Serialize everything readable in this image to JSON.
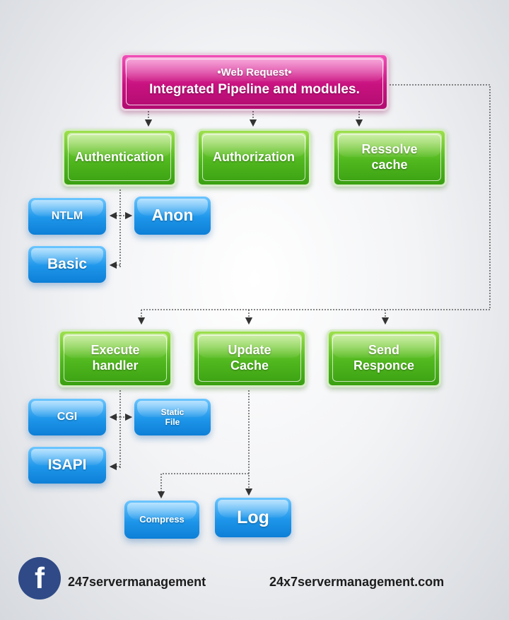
{
  "top": {
    "subtitle": "•Web Request•",
    "title": "Integrated Pipeline and modules."
  },
  "stages_row1": [
    "Authentication",
    "Authorization",
    "Ressolve cache"
  ],
  "auth_modules": [
    "NTLM",
    "Anon",
    "Basic"
  ],
  "stages_row2": [
    "Execute handler",
    "Update Cache",
    "Send Responce"
  ],
  "handler_modules": [
    "CGI",
    "Static File",
    "ISAPI"
  ],
  "cache_modules": [
    "Compress",
    "Log"
  ],
  "footer": {
    "facebook_icon": "facebook-icon",
    "facebook_handle": "247servermanagement",
    "website": "24x7servermanagement.com"
  },
  "colors": {
    "magenta": "#c8127f",
    "green": "#51b81f",
    "blue": "#1e96ea",
    "facebook": "#2f4a86",
    "connector": "#444444"
  }
}
